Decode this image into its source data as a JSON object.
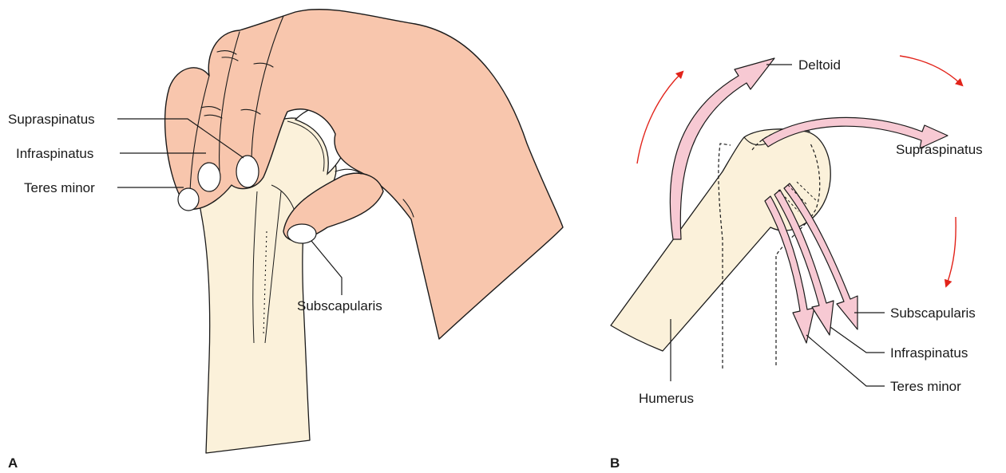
{
  "panel_a": {
    "letter": "A",
    "labels": {
      "supraspinatus": "Supraspinatus",
      "infraspinatus": "Infraspinatus",
      "teres_minor": "Teres minor",
      "subscapularis": "Subscapularis"
    }
  },
  "panel_b": {
    "letter": "B",
    "labels": {
      "deltoid": "Deltoid",
      "supraspinatus": "Supraspinatus",
      "subscapularis": "Subscapularis",
      "infraspinatus": "Infraspinatus",
      "teres_minor": "Teres minor",
      "humerus": "Humerus"
    }
  },
  "colors": {
    "skin": "#f8c6ad",
    "bone": "#fbf1da",
    "muscle_arrow": "#f7c9d3",
    "rotation_arrow": "#e2231a"
  }
}
